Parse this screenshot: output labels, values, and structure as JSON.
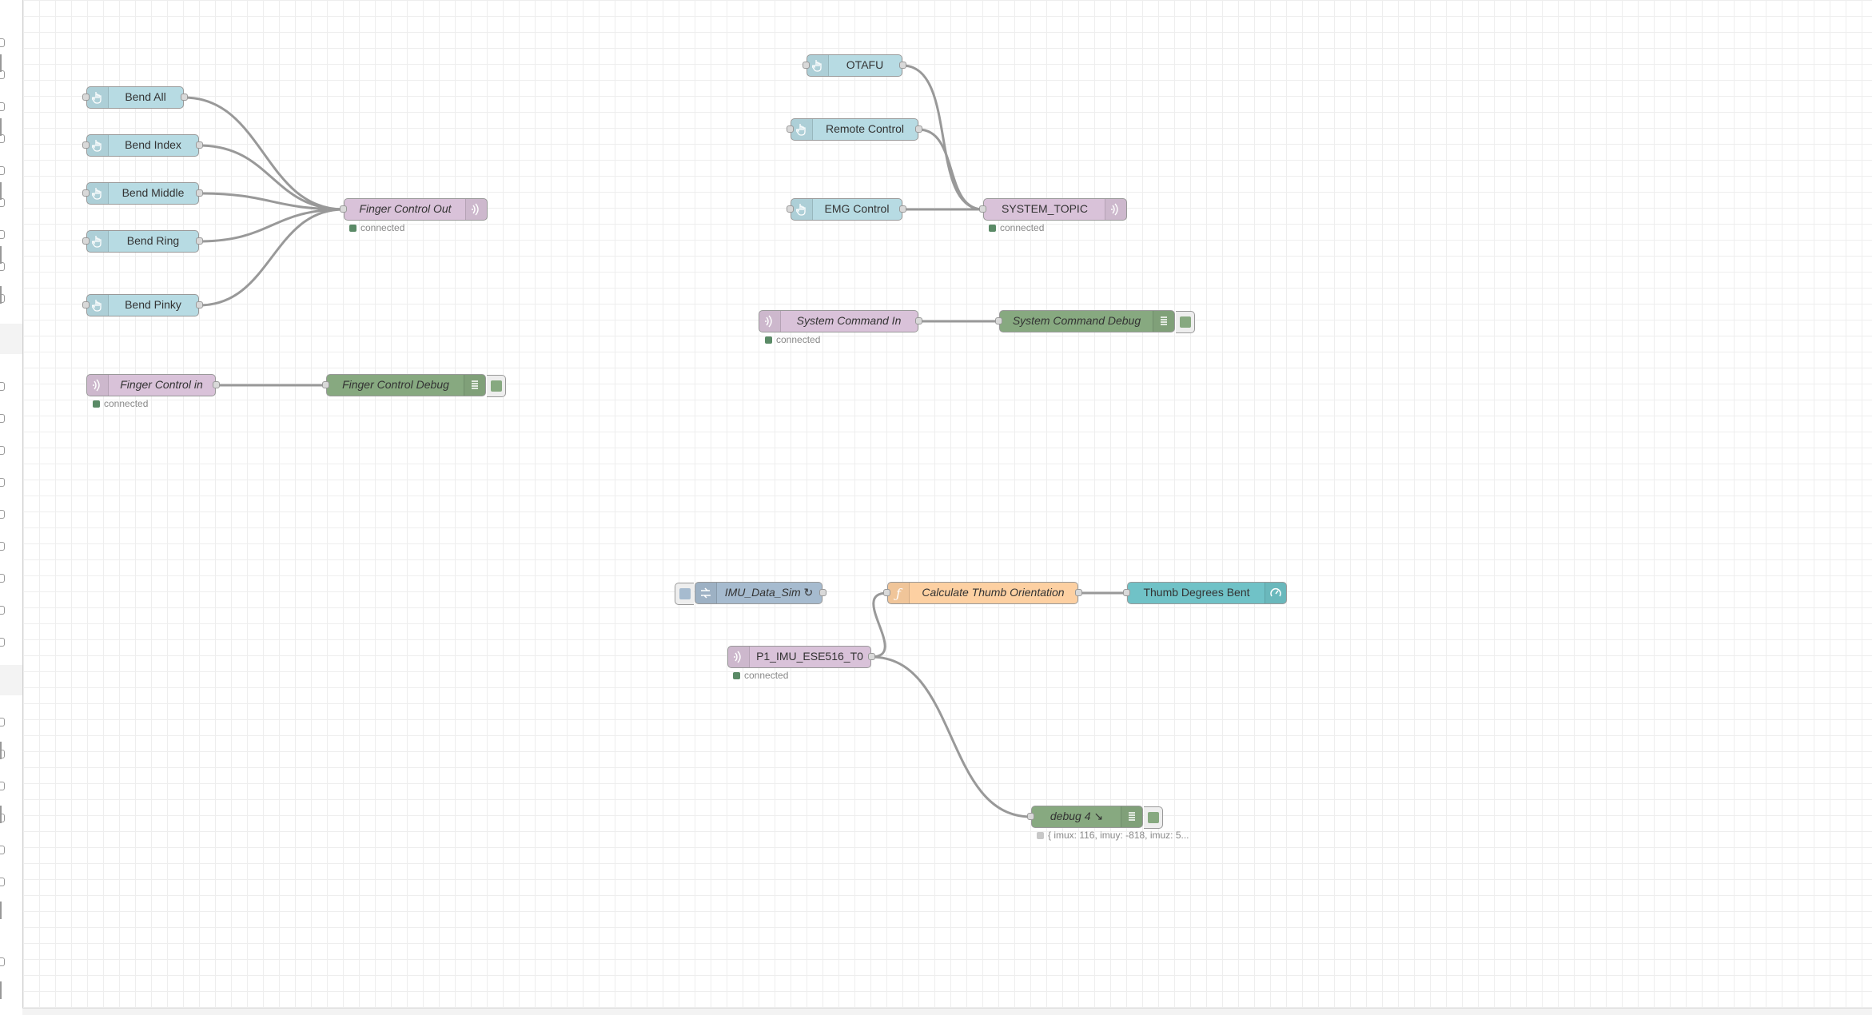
{
  "colors": {
    "inject": "#b7dbe3",
    "mqtt": "#d9c2d9",
    "debug": "#87a980",
    "function": "#fdd0a2",
    "gauge": "#70c2c7",
    "simulator": "#a6bbcf",
    "status_connected": "#5a8a66",
    "status_idle": "#c8c8c8",
    "wire": "#999999"
  },
  "nodes": {
    "bend_all": {
      "label": "Bend All",
      "icon": "hand-pointer-icon"
    },
    "bend_index": {
      "label": "Bend Index",
      "icon": "hand-pointer-icon"
    },
    "bend_middle": {
      "label": "Bend Middle",
      "icon": "hand-pointer-icon"
    },
    "bend_ring": {
      "label": "Bend Ring",
      "icon": "hand-pointer-icon"
    },
    "bend_pinky": {
      "label": "Bend Pinky",
      "icon": "hand-pointer-icon"
    },
    "finger_control_out": {
      "label": "Finger Control Out",
      "icon": "wifi-signal-icon",
      "status": "connected"
    },
    "finger_control_in": {
      "label": "Finger Control in",
      "icon": "wifi-signal-icon",
      "status": "connected"
    },
    "finger_control_debug": {
      "label": "Finger Control Debug",
      "icon": "list-icon"
    },
    "otafu": {
      "label": "OTAFU",
      "icon": "hand-pointer-icon"
    },
    "remote_control": {
      "label": "Remote Control",
      "icon": "hand-pointer-icon"
    },
    "emg_control": {
      "label": "EMG Control",
      "icon": "hand-pointer-icon"
    },
    "system_topic": {
      "label": "SYSTEM_TOPIC",
      "icon": "wifi-signal-icon",
      "status": "connected"
    },
    "system_command_in": {
      "label": "System Command In",
      "icon": "wifi-signal-icon",
      "status": "connected"
    },
    "system_command_debug": {
      "label": "System Command Debug",
      "icon": "list-icon"
    },
    "imu_data_sim": {
      "label": "IMU_Data_Sim ↻",
      "icon": "arrow-right-icon"
    },
    "calculate_thumb": {
      "label": "Calculate Thumb Orientation",
      "icon": "function-icon"
    },
    "thumb_degrees": {
      "label": "Thumb Degrees Bent",
      "icon": "gauge-icon"
    },
    "p1_imu": {
      "label": "P1_IMU_ESE516_T0",
      "icon": "wifi-signal-icon",
      "status": "connected"
    },
    "debug4": {
      "label": "debug 4 ↘",
      "icon": "list-icon",
      "status": "{ imux: 116, imuy: -818, imuz: 5..."
    }
  }
}
